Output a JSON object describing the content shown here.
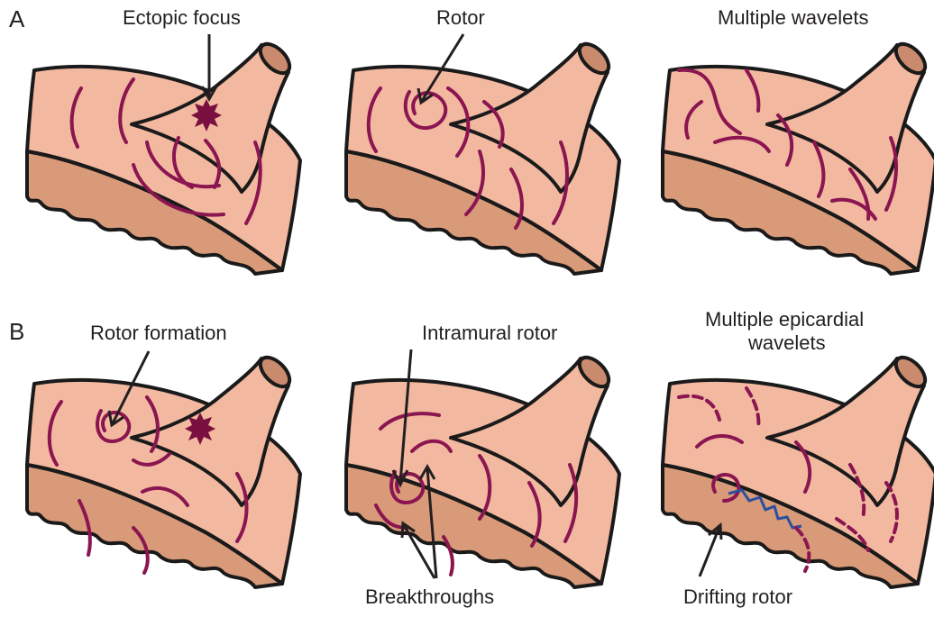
{
  "rows": {
    "a": {
      "letter": "A"
    },
    "b": {
      "letter": "B"
    }
  },
  "labels": {
    "ectopic_focus": "Ectopic focus",
    "rotor": "Rotor",
    "multiple_wavelets": "Multiple wavelets",
    "rotor_formation": "Rotor formation",
    "intramural_rotor": "Intramural rotor",
    "multiple_epicardial_line1": "Multiple epicardial",
    "multiple_epicardial_line2": "wavelets",
    "breakthroughs": "Breakthroughs",
    "drifting_rotor": "Drifting rotor"
  },
  "colors": {
    "tissue": "#f2b8a0",
    "cut_surface": "#d89a78",
    "wavefront": "#8b1550",
    "drift_path": "#2b4fa0",
    "outline": "#1a1a1a"
  }
}
